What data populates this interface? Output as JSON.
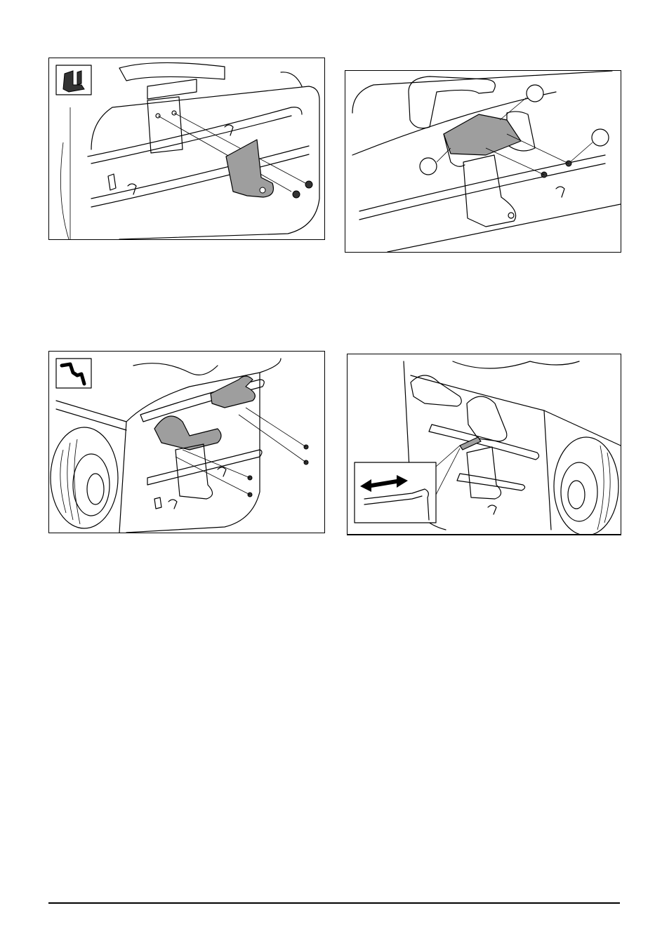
{
  "figures": [
    {
      "id": "fig1",
      "icon": "bracket-icon",
      "description_colors": {
        "part": "#9e9e9e"
      }
    },
    {
      "id": "fig2",
      "callouts": [
        "",
        "",
        ""
      ]
    },
    {
      "id": "fig3",
      "icon": "hook-icon"
    },
    {
      "id": "fig4",
      "inset": "adjust-rod-inset",
      "arrow": "double-arrow-icon"
    }
  ],
  "colors": {
    "line": "#000000",
    "highlight_part": "#9e9e9e",
    "background": "#ffffff"
  }
}
